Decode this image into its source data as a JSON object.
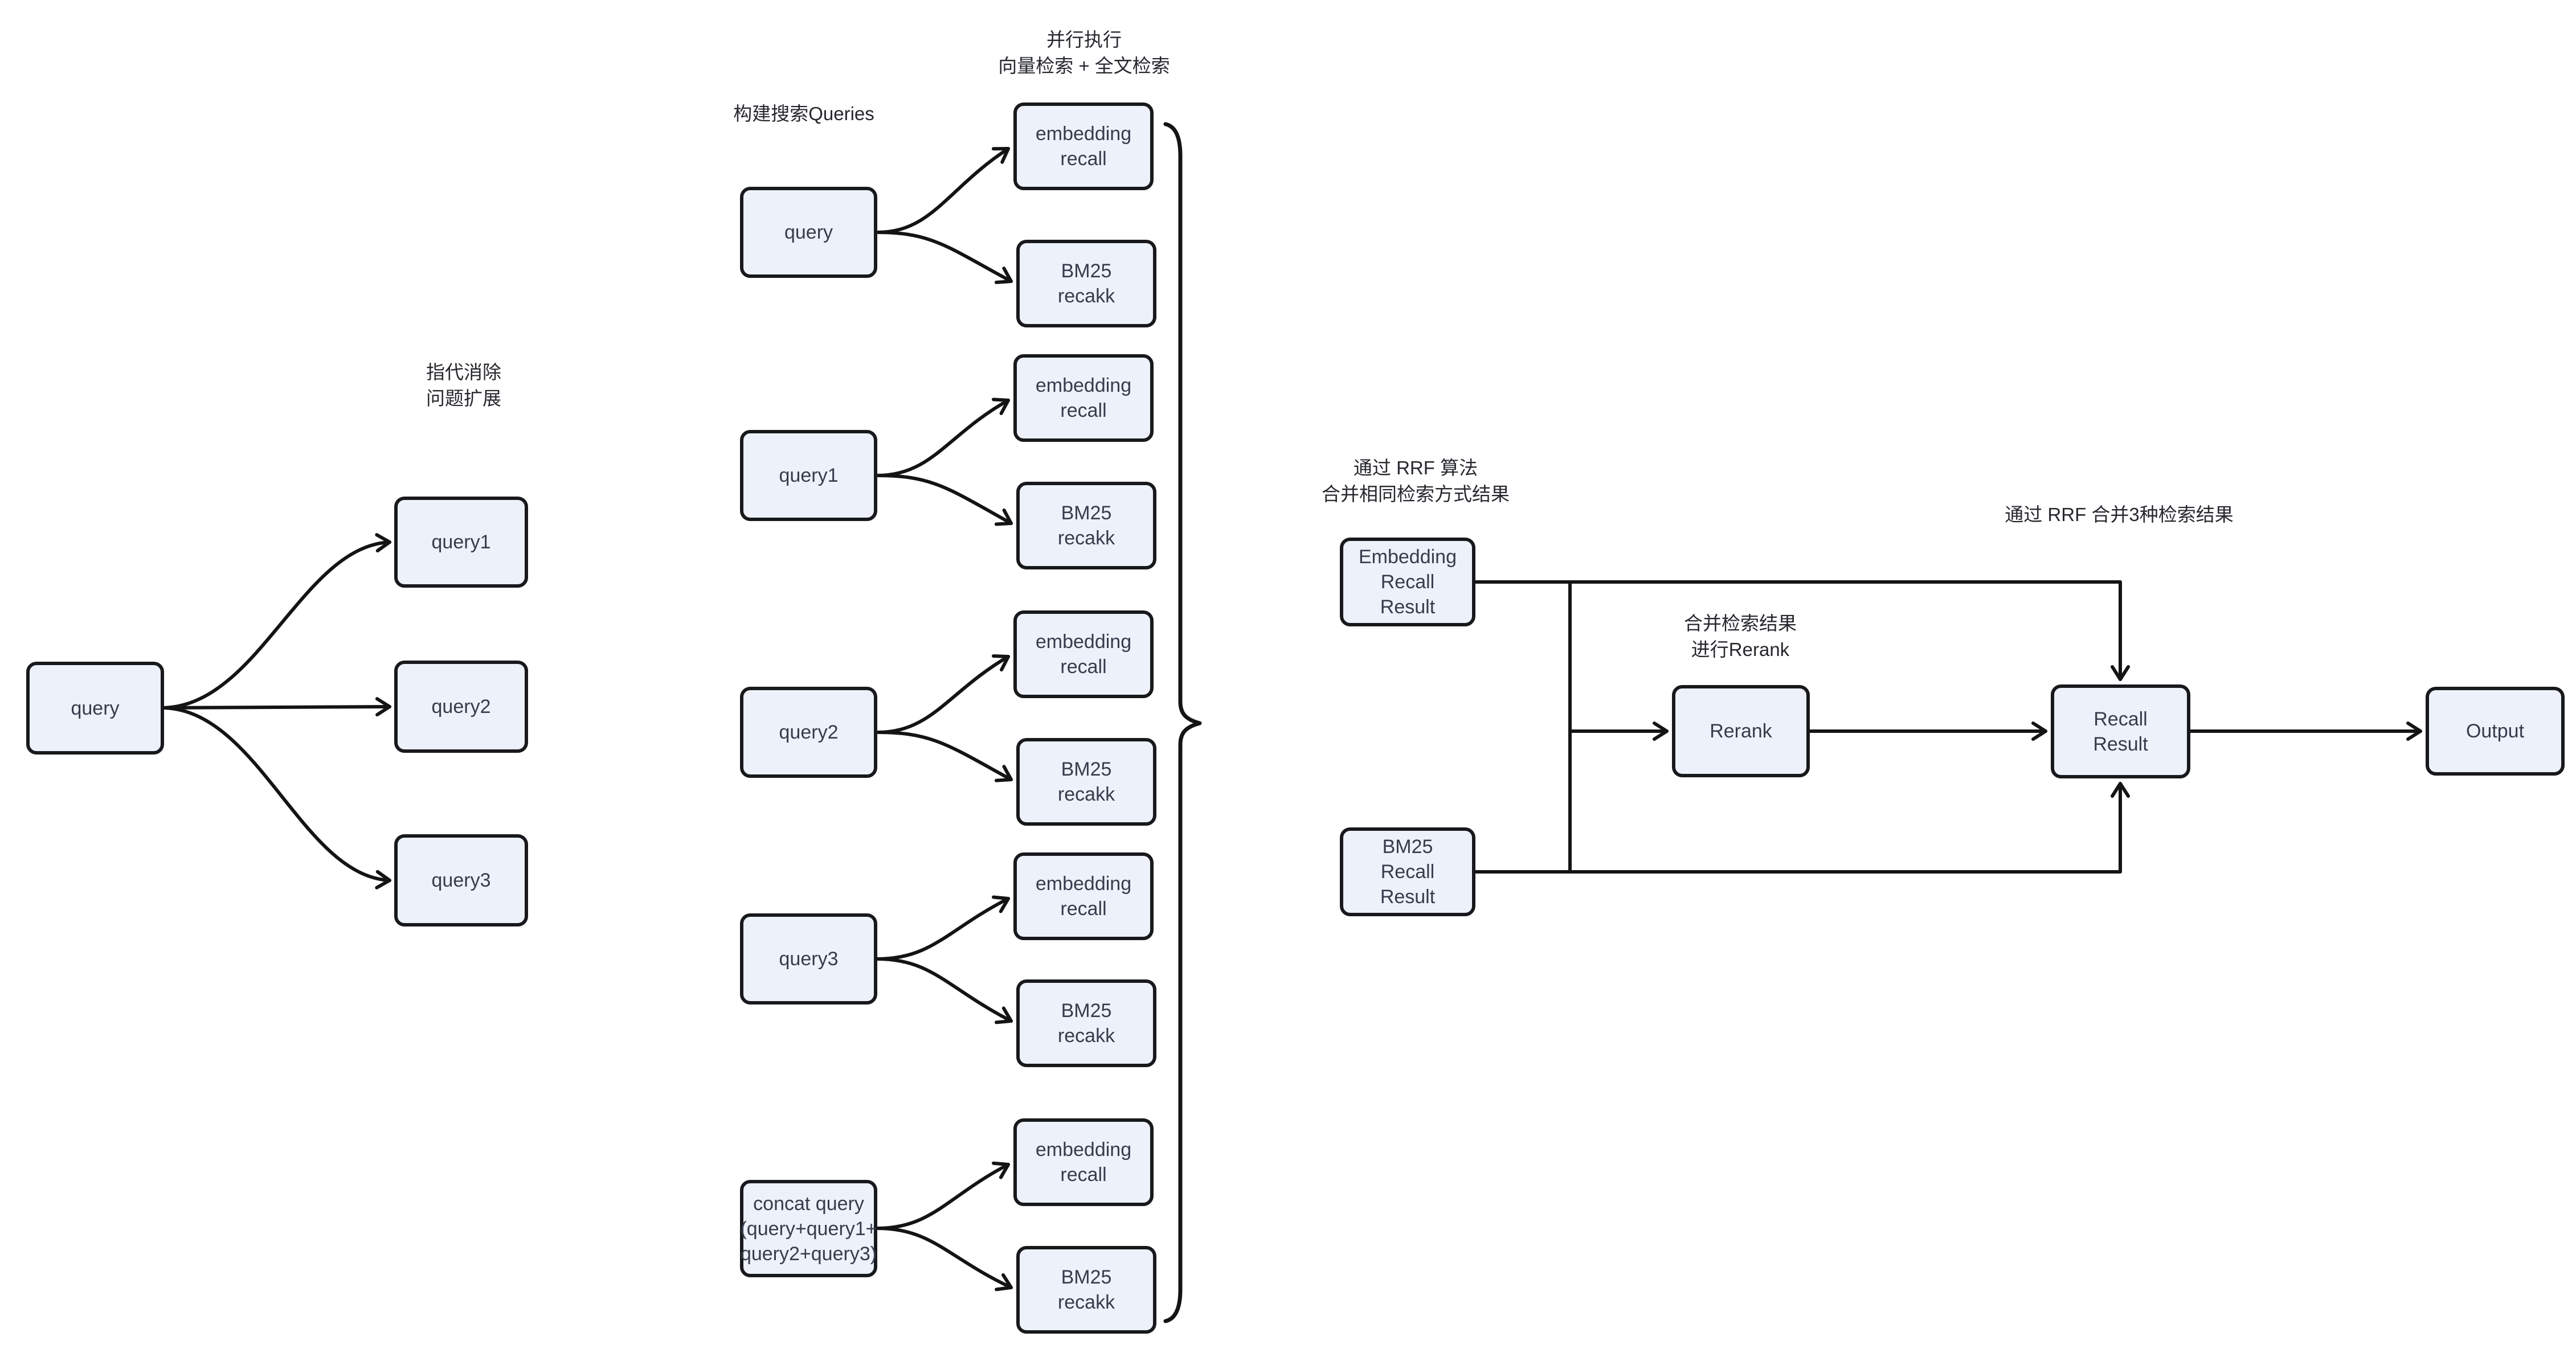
{
  "annotations": {
    "coref_expand": "指代消除\n问题扩展",
    "build_queries": "构建搜索Queries",
    "parallel_exec": "并行执行\n向量检索 + 全文检索",
    "rrf_merge_same": "通过 RRF 算法\n合并相同检索方式结果",
    "merge_rerank": "合并检索结果\n进行Rerank",
    "rrf_merge_three": "通过 RRF 合并3种检索结果"
  },
  "nodes": {
    "query": "query",
    "query1": "query1",
    "query2": "query2",
    "query3": "query3",
    "concat_query": "concat query\n(query+query1+\nquery2+query3)",
    "embedding_recall": "embedding\nrecall",
    "bm25_recall": "BM25\nrecakk",
    "embedding_recall_result": "Embedding\nRecall\nResult",
    "bm25_recall_result": "BM25\nRecall\nResult",
    "rerank": "Rerank",
    "recall_result": "Recall\nResult",
    "output": "Output"
  },
  "colors": {
    "background": "#ffffff",
    "node_fill": "#edf1fa",
    "node_border": "#18191c",
    "node_text": "#363c4b",
    "note_text": "#26282e",
    "line": "#141414"
  }
}
